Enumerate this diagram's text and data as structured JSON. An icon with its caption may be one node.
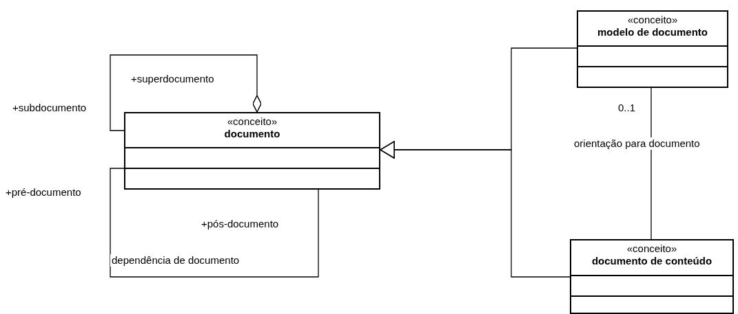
{
  "diagram": {
    "nodes": [
      {
        "text": [
          "«conceito»",
          "documento"
        ]
      },
      {
        "text": [
          "«conceito»",
          "modelo de documento"
        ]
      },
      {
        "text": [
          "«conceito»",
          "documento de conteúdo"
        ]
      }
    ],
    "edges": [
      {
        "from": 0,
        "to": 0,
        "arrow": "other"
      },
      {
        "from": 0,
        "to": 0,
        "arrow": "none",
        "label": "dependência de documento"
      },
      {
        "from": 1,
        "to": 0,
        "arrow": "to"
      },
      {
        "from": 2,
        "to": 0,
        "arrow": "to"
      },
      {
        "from": 1,
        "to": 2,
        "arrow": "none",
        "label": "orientação para documento"
      }
    ],
    "labels": [
      "+superdocumento",
      "+subdocumento",
      "+pré-documento",
      "+pós-documento",
      "0..1"
    ]
  }
}
